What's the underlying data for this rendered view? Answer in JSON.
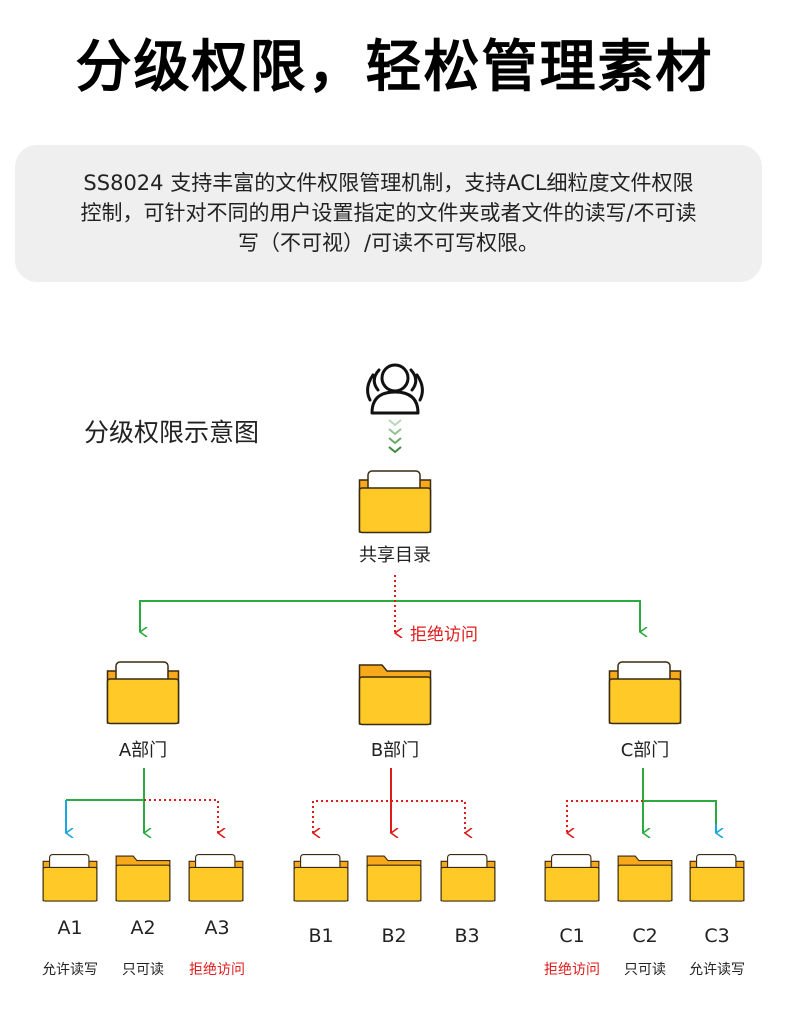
{
  "title": "分级权限，轻松管理素材",
  "description": {
    "line1": "SS8024 支持丰富的文件权限管理机制，支持ACL细粒度文件权限",
    "line2": "控制，可针对不同的用户设置指定的文件夹或者文件的读写/不可读",
    "line3": "写（不可视）/可读不可写权限。"
  },
  "diagram": {
    "heading": "分级权限示意图",
    "root": {
      "label": "共享目录",
      "middle_note": "拒绝访问"
    },
    "departments": [
      {
        "label": "A部门",
        "children": [
          {
            "label": "A1",
            "permission": "允许读写"
          },
          {
            "label": "A2",
            "permission": "只可读"
          },
          {
            "label": "A3",
            "permission": "拒绝访问"
          }
        ]
      },
      {
        "label": "B部门",
        "children": [
          {
            "label": "B1"
          },
          {
            "label": "B2"
          },
          {
            "label": "B3"
          }
        ]
      },
      {
        "label": "C部门",
        "children": [
          {
            "label": "C1",
            "permission": "拒绝访问"
          },
          {
            "label": "C2",
            "permission": "只可读"
          },
          {
            "label": "C3",
            "permission": "允许读写"
          }
        ]
      }
    ],
    "colors": {
      "allow": "#2bab3f",
      "deny": "#e01b1b",
      "full": "#1ba6dc",
      "folder_front": "#ffc928",
      "folder_back": "#f7a81b"
    }
  }
}
